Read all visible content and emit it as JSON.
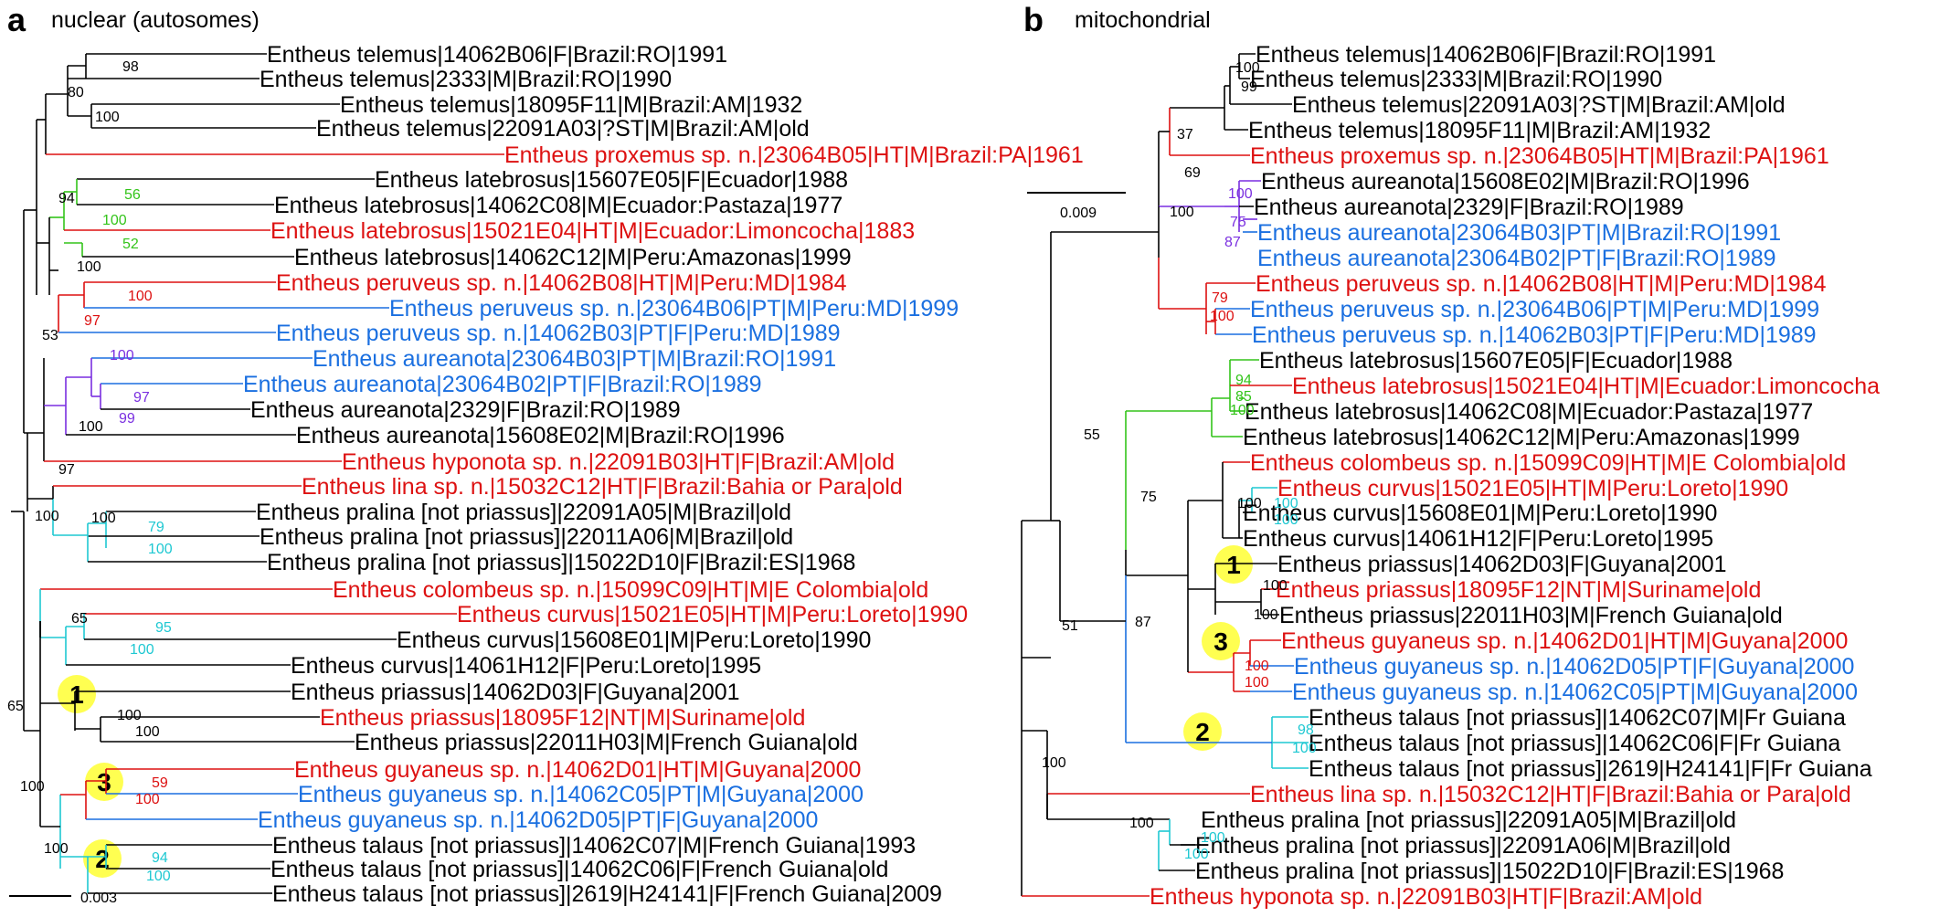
{
  "colors": {
    "black": "#000000",
    "red": "#dd1111",
    "blue": "#1a6fe0",
    "green": "#33c41a",
    "purple": "#7a2fe0",
    "cyan": "#1ec8d2",
    "highlight": "#ffff33"
  },
  "panels": [
    {
      "letter": "a",
      "title": "nuclear (autosomes)",
      "scale_bar": "0.003",
      "leaves": [
        {
          "label": "Entheus telemus|14062B06|F|Brazil:RO|1991",
          "color": "black"
        },
        {
          "label": "Entheus telemus|2333|M|Brazil:RO|1990",
          "color": "black"
        },
        {
          "label": "Entheus telemus|18095F11|M|Brazil:AM|1932",
          "color": "black"
        },
        {
          "label": "Entheus telemus|22091A03|?ST|M|Brazil:AM|old",
          "color": "black"
        },
        {
          "label": "Entheus proxemus sp. n.|23064B05|HT|M|Brazil:PA|1961",
          "color": "red"
        },
        {
          "label": "Entheus latebrosus|15607E05|F|Ecuador|1988",
          "color": "black"
        },
        {
          "label": "Entheus latebrosus|14062C08|M|Ecuador:Pastaza|1977",
          "color": "black"
        },
        {
          "label": "Entheus latebrosus|15021E04|HT|M|Ecuador:Limoncocha|1883",
          "color": "red"
        },
        {
          "label": "Entheus latebrosus|14062C12|M|Peru:Amazonas|1999",
          "color": "black"
        },
        {
          "label": "Entheus peruveus sp. n.|14062B08|HT|M|Peru:MD|1984",
          "color": "red"
        },
        {
          "label": "Entheus peruveus sp. n.|23064B06|PT|M|Peru:MD|1999",
          "color": "blue"
        },
        {
          "label": "Entheus peruveus sp. n.|14062B03|PT|F|Peru:MD|1989",
          "color": "blue"
        },
        {
          "label": "Entheus aureanota|23064B03|PT|M|Brazil:RO|1991",
          "color": "blue"
        },
        {
          "label": "Entheus aureanota|23064B02|PT|F|Brazil:RO|1989",
          "color": "blue"
        },
        {
          "label": "Entheus aureanota|2329|F|Brazil:RO|1989",
          "color": "black"
        },
        {
          "label": "Entheus aureanota|15608E02|M|Brazil:RO|1996",
          "color": "black"
        },
        {
          "label": "Entheus hyponota sp. n.|22091B03|HT|F|Brazil:AM|old",
          "color": "red"
        },
        {
          "label": "Entheus lina sp. n.|15032C12|HT|F|Brazil:Bahia or Para|old",
          "color": "red"
        },
        {
          "label": "Entheus pralina [not priassus]|22091A05|M|Brazil|old",
          "color": "black"
        },
        {
          "label": "Entheus pralina [not priassus]|22011A06|M|Brazil|old",
          "color": "black"
        },
        {
          "label": "Entheus pralina [not priassus]|15022D10|F|Brazil:ES|1968",
          "color": "black"
        },
        {
          "label": "Entheus colombeus sp. n.|15099C09|HT|M|E Colombia|old",
          "color": "red"
        },
        {
          "label": "Entheus curvus|15021E05|HT|M|Peru:Loreto|1990",
          "color": "red"
        },
        {
          "label": "Entheus curvus|15608E01|M|Peru:Loreto|1990",
          "color": "black"
        },
        {
          "label": "Entheus curvus|14061H12|F|Peru:Loreto|1995",
          "color": "black"
        },
        {
          "label": "Entheus priassus|14062D03|F|Guyana|2001",
          "color": "black"
        },
        {
          "label": "Entheus priassus|18095F12|NT|M|Suriname|old",
          "color": "red"
        },
        {
          "label": "Entheus priassus|22011H03|M|French Guiana|old",
          "color": "black"
        },
        {
          "label": "Entheus guyaneus sp. n.|14062D01|HT|M|Guyana|2000",
          "color": "red"
        },
        {
          "label": "Entheus guyaneus sp. n.|14062C05|PT|M|Guyana|2000",
          "color": "blue"
        },
        {
          "label": "Entheus guyaneus sp. n.|14062D05|PT|F|Guyana|2000",
          "color": "blue"
        },
        {
          "label": "Entheus talaus [not priassus]|14062C07|M|French Guiana|1993",
          "color": "black"
        },
        {
          "label": "Entheus talaus [not priassus]|14062C06|F|French Guiana|old",
          "color": "black"
        },
        {
          "label": "Entheus talaus [not priassus]|2619|H24141|F|French Guiana|2009",
          "color": "black"
        }
      ],
      "support_values": [
        {
          "value": "98",
          "color": "black"
        },
        {
          "value": "80",
          "color": "black"
        },
        {
          "value": "100",
          "color": "black"
        },
        {
          "value": "94",
          "color": "black"
        },
        {
          "value": "56",
          "color": "green"
        },
        {
          "value": "100",
          "color": "green"
        },
        {
          "value": "52",
          "color": "green"
        },
        {
          "value": "100",
          "color": "black"
        },
        {
          "value": "100",
          "color": "red"
        },
        {
          "value": "97",
          "color": "red"
        },
        {
          "value": "53",
          "color": "black"
        },
        {
          "value": "100",
          "color": "purple"
        },
        {
          "value": "97",
          "color": "purple"
        },
        {
          "value": "99",
          "color": "purple"
        },
        {
          "value": "100",
          "color": "black"
        },
        {
          "value": "97",
          "color": "black"
        },
        {
          "value": "100",
          "color": "black"
        },
        {
          "value": "100",
          "color": "black"
        },
        {
          "value": "79",
          "color": "cyan"
        },
        {
          "value": "100",
          "color": "cyan"
        },
        {
          "value": "65",
          "color": "black"
        },
        {
          "value": "95",
          "color": "cyan"
        },
        {
          "value": "100",
          "color": "cyan"
        },
        {
          "value": "65",
          "color": "black"
        },
        {
          "value": "100",
          "color": "black"
        },
        {
          "value": "100",
          "color": "black"
        },
        {
          "value": "100",
          "color": "black"
        },
        {
          "value": "59",
          "color": "red"
        },
        {
          "value": "100",
          "color": "red"
        },
        {
          "value": "100",
          "color": "black"
        },
        {
          "value": "94",
          "color": "cyan"
        },
        {
          "value": "100",
          "color": "cyan"
        }
      ],
      "highlights": [
        "1",
        "3",
        "2"
      ]
    },
    {
      "letter": "b",
      "title": "mitochondrial",
      "scale_bar": "0.009",
      "leaves": [
        {
          "label": "Entheus telemus|14062B06|F|Brazil:RO|1991",
          "color": "black"
        },
        {
          "label": "Entheus telemus|2333|M|Brazil:RO|1990",
          "color": "black"
        },
        {
          "label": "Entheus telemus|22091A03|?ST|M|Brazil:AM|old",
          "color": "black"
        },
        {
          "label": "Entheus telemus|18095F11|M|Brazil:AM|1932",
          "color": "black"
        },
        {
          "label": "Entheus proxemus sp. n.|23064B05|HT|M|Brazil:PA|1961",
          "color": "red"
        },
        {
          "label": "Entheus aureanota|15608E02|M|Brazil:RO|1996",
          "color": "black"
        },
        {
          "label": "Entheus aureanota|2329|F|Brazil:RO|1989",
          "color": "black"
        },
        {
          "label": "Entheus aureanota|23064B03|PT|M|Brazil:RO|1991",
          "color": "blue"
        },
        {
          "label": "Entheus aureanota|23064B02|PT|F|Brazil:RO|1989",
          "color": "blue"
        },
        {
          "label": "Entheus peruveus sp. n.|14062B08|HT|M|Peru:MD|1984",
          "color": "red"
        },
        {
          "label": "Entheus peruveus sp. n.|23064B06|PT|M|Peru:MD|1999",
          "color": "blue"
        },
        {
          "label": "Entheus peruveus sp. n.|14062B03|PT|F|Peru:MD|1989",
          "color": "blue"
        },
        {
          "label": "Entheus latebrosus|15607E05|F|Ecuador|1988",
          "color": "black"
        },
        {
          "label": "Entheus latebrosus|15021E04|HT|M|Ecuador:Limoncocha",
          "color": "red"
        },
        {
          "label": "Entheus latebrosus|14062C08|M|Ecuador:Pastaza|1977",
          "color": "black"
        },
        {
          "label": "Entheus latebrosus|14062C12|M|Peru:Amazonas|1999",
          "color": "black"
        },
        {
          "label": "Entheus colombeus sp. n.|15099C09|HT|M|E Colombia|old",
          "color": "red"
        },
        {
          "label": "Entheus curvus|15021E05|HT|M|Peru:Loreto|1990",
          "color": "red"
        },
        {
          "label": "Entheus curvus|15608E01|M|Peru:Loreto|1990",
          "color": "black"
        },
        {
          "label": "Entheus curvus|14061H12|F|Peru:Loreto|1995",
          "color": "black"
        },
        {
          "label": "Entheus priassus|14062D03|F|Guyana|2001",
          "color": "black"
        },
        {
          "label": "Entheus priassus|18095F12|NT|M|Suriname|old",
          "color": "red"
        },
        {
          "label": "Entheus priassus|22011H03|M|French Guiana|old",
          "color": "black"
        },
        {
          "label": "Entheus guyaneus sp. n.|14062D01|HT|M|Guyana|2000",
          "color": "red"
        },
        {
          "label": "Entheus guyaneus sp. n.|14062D05|PT|F|Guyana|2000",
          "color": "blue"
        },
        {
          "label": "Entheus guyaneus sp. n.|14062C05|PT|M|Guyana|2000",
          "color": "blue"
        },
        {
          "label": "Entheus talaus [not priassus]|14062C07|M|Fr Guiana",
          "color": "black"
        },
        {
          "label": "Entheus talaus [not priassus]|14062C06|F|Fr Guiana",
          "color": "black"
        },
        {
          "label": "Entheus talaus [not priassus]|2619|H24141|F|Fr Guiana",
          "color": "black"
        },
        {
          "label": "Entheus lina sp. n.|15032C12|HT|F|Brazil:Bahia or Para|old",
          "color": "red"
        },
        {
          "label": "Entheus pralina [not priassus]|22091A05|M|Brazil|old",
          "color": "black"
        },
        {
          "label": "Entheus pralina [not priassus]|22091A06|M|Brazil|old",
          "color": "black"
        },
        {
          "label": "Entheus pralina [not priassus]|15022D10|F|Brazil:ES|1968",
          "color": "black"
        },
        {
          "label": "Entheus hyponota sp. n.|22091B03|HT|F|Brazil:AM|old",
          "color": "red"
        }
      ],
      "support_values": [
        {
          "value": "100",
          "color": "black"
        },
        {
          "value": "99",
          "color": "black"
        },
        {
          "value": "37",
          "color": "black"
        },
        {
          "value": "69",
          "color": "black"
        },
        {
          "value": "100",
          "color": "black"
        },
        {
          "value": "100",
          "color": "purple"
        },
        {
          "value": "75",
          "color": "purple"
        },
        {
          "value": "87",
          "color": "purple"
        },
        {
          "value": "79",
          "color": "red"
        },
        {
          "value": "100",
          "color": "red"
        },
        {
          "value": "94",
          "color": "green"
        },
        {
          "value": "85",
          "color": "green"
        },
        {
          "value": "100",
          "color": "green"
        },
        {
          "value": "55",
          "color": "black"
        },
        {
          "value": "75",
          "color": "black"
        },
        {
          "value": "100",
          "color": "black"
        },
        {
          "value": "100",
          "color": "cyan"
        },
        {
          "value": "100",
          "color": "cyan"
        },
        {
          "value": "100",
          "color": "black"
        },
        {
          "value": "100",
          "color": "black"
        },
        {
          "value": "51",
          "color": "black"
        },
        {
          "value": "87",
          "color": "black"
        },
        {
          "value": "100",
          "color": "red"
        },
        {
          "value": "100",
          "color": "red"
        },
        {
          "value": "98",
          "color": "cyan"
        },
        {
          "value": "100",
          "color": "cyan"
        },
        {
          "value": "100",
          "color": "black"
        },
        {
          "value": "100",
          "color": "black"
        },
        {
          "value": "100",
          "color": "cyan"
        },
        {
          "value": "100",
          "color": "cyan"
        }
      ],
      "highlights": [
        "1",
        "3",
        "2"
      ]
    }
  ]
}
